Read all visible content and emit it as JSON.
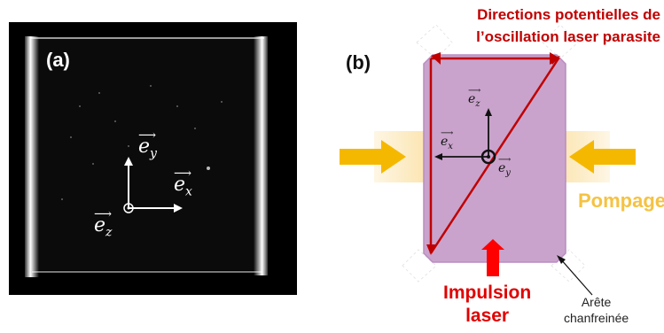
{
  "panel_a": {
    "label": "(a)",
    "axes": {
      "ey": {
        "base": "e",
        "sub": "y"
      },
      "ex": {
        "base": "e",
        "sub": "x"
      },
      "ez": {
        "base": "e",
        "sub": "z"
      }
    }
  },
  "panel_b": {
    "label": "(b)",
    "title_line1": "Directions potentielles de",
    "title_line2": "l’oscillation laser parasite",
    "pump_label": "Pompage",
    "impulse_line1": "Impulsion",
    "impulse_line2": "laser",
    "edge_line1": "Arête",
    "edge_line2": "chanfreinée",
    "axes": {
      "ez": {
        "base": "e",
        "sub": "z"
      },
      "ex": {
        "base": "e",
        "sub": "x"
      },
      "ey": {
        "base": "e",
        "sub": "y"
      }
    }
  },
  "colors": {
    "crystal_fill": "#c9a3cc",
    "crystal_border": "#b98cc0",
    "laser_red": "#c00000",
    "pump_yellow": "#f5b800",
    "pump_glow": "#fbe2a8",
    "impulse_red": "#ff0000"
  }
}
